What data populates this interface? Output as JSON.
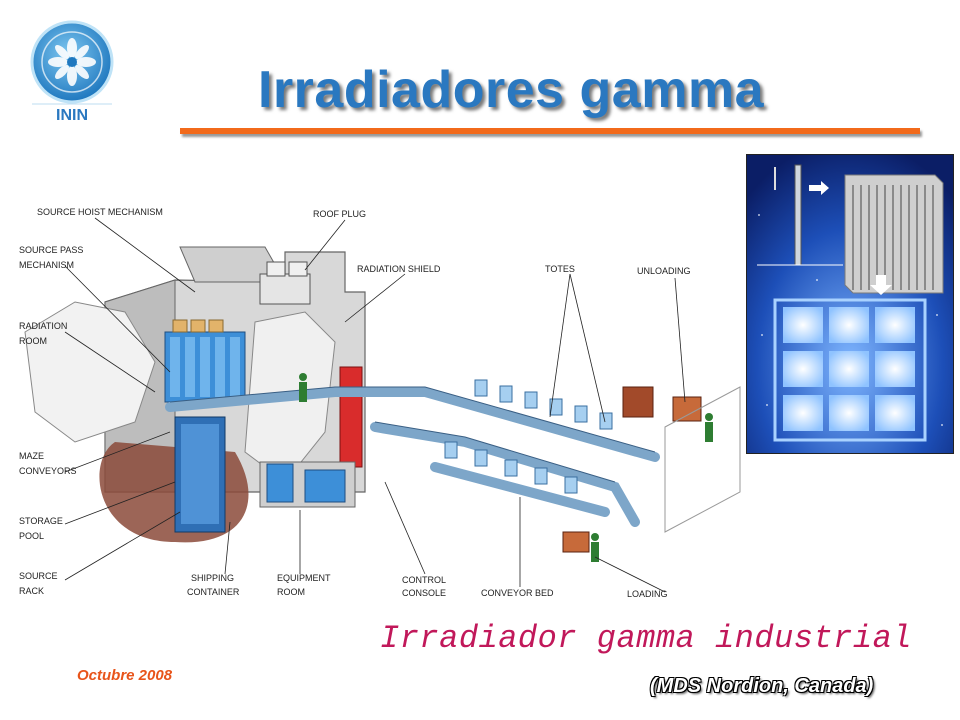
{
  "header": {
    "logo_text": "ININ",
    "title": "Irradiadores gamma"
  },
  "diagram": {
    "labels": {
      "source_hoist": "SOURCE HOIST MECHANISM",
      "source_pass_1": "SOURCE PASS",
      "source_pass_2": "MECHANISM",
      "radiation_room_1": "RADIATION",
      "radiation_room_2": "ROOM",
      "roof_plug": "ROOF PLUG",
      "radiation_shield": "RADIATION SHIELD",
      "totes": "TOTES",
      "unloading": "UNLOADING",
      "maze_1": "MAZE",
      "maze_2": "CONVEYORS",
      "storage_1": "STORAGE",
      "storage_2": "POOL",
      "source_rack_1": "SOURCE",
      "source_rack_2": "RACK",
      "shipping_1": "SHIPPING",
      "shipping_2": "CONTAINER",
      "equipment_1": "EQUIPMENT",
      "equipment_2": "ROOM",
      "control_1": "CONTROL",
      "control_2": "CONSOLE",
      "conveyor_bed": "CONVEYOR BED",
      "loading": "LOADING"
    }
  },
  "caption": "Irradiador gamma industrial",
  "credit": "(MDS Nordion, Canada)",
  "date": "Octubre 2008"
}
